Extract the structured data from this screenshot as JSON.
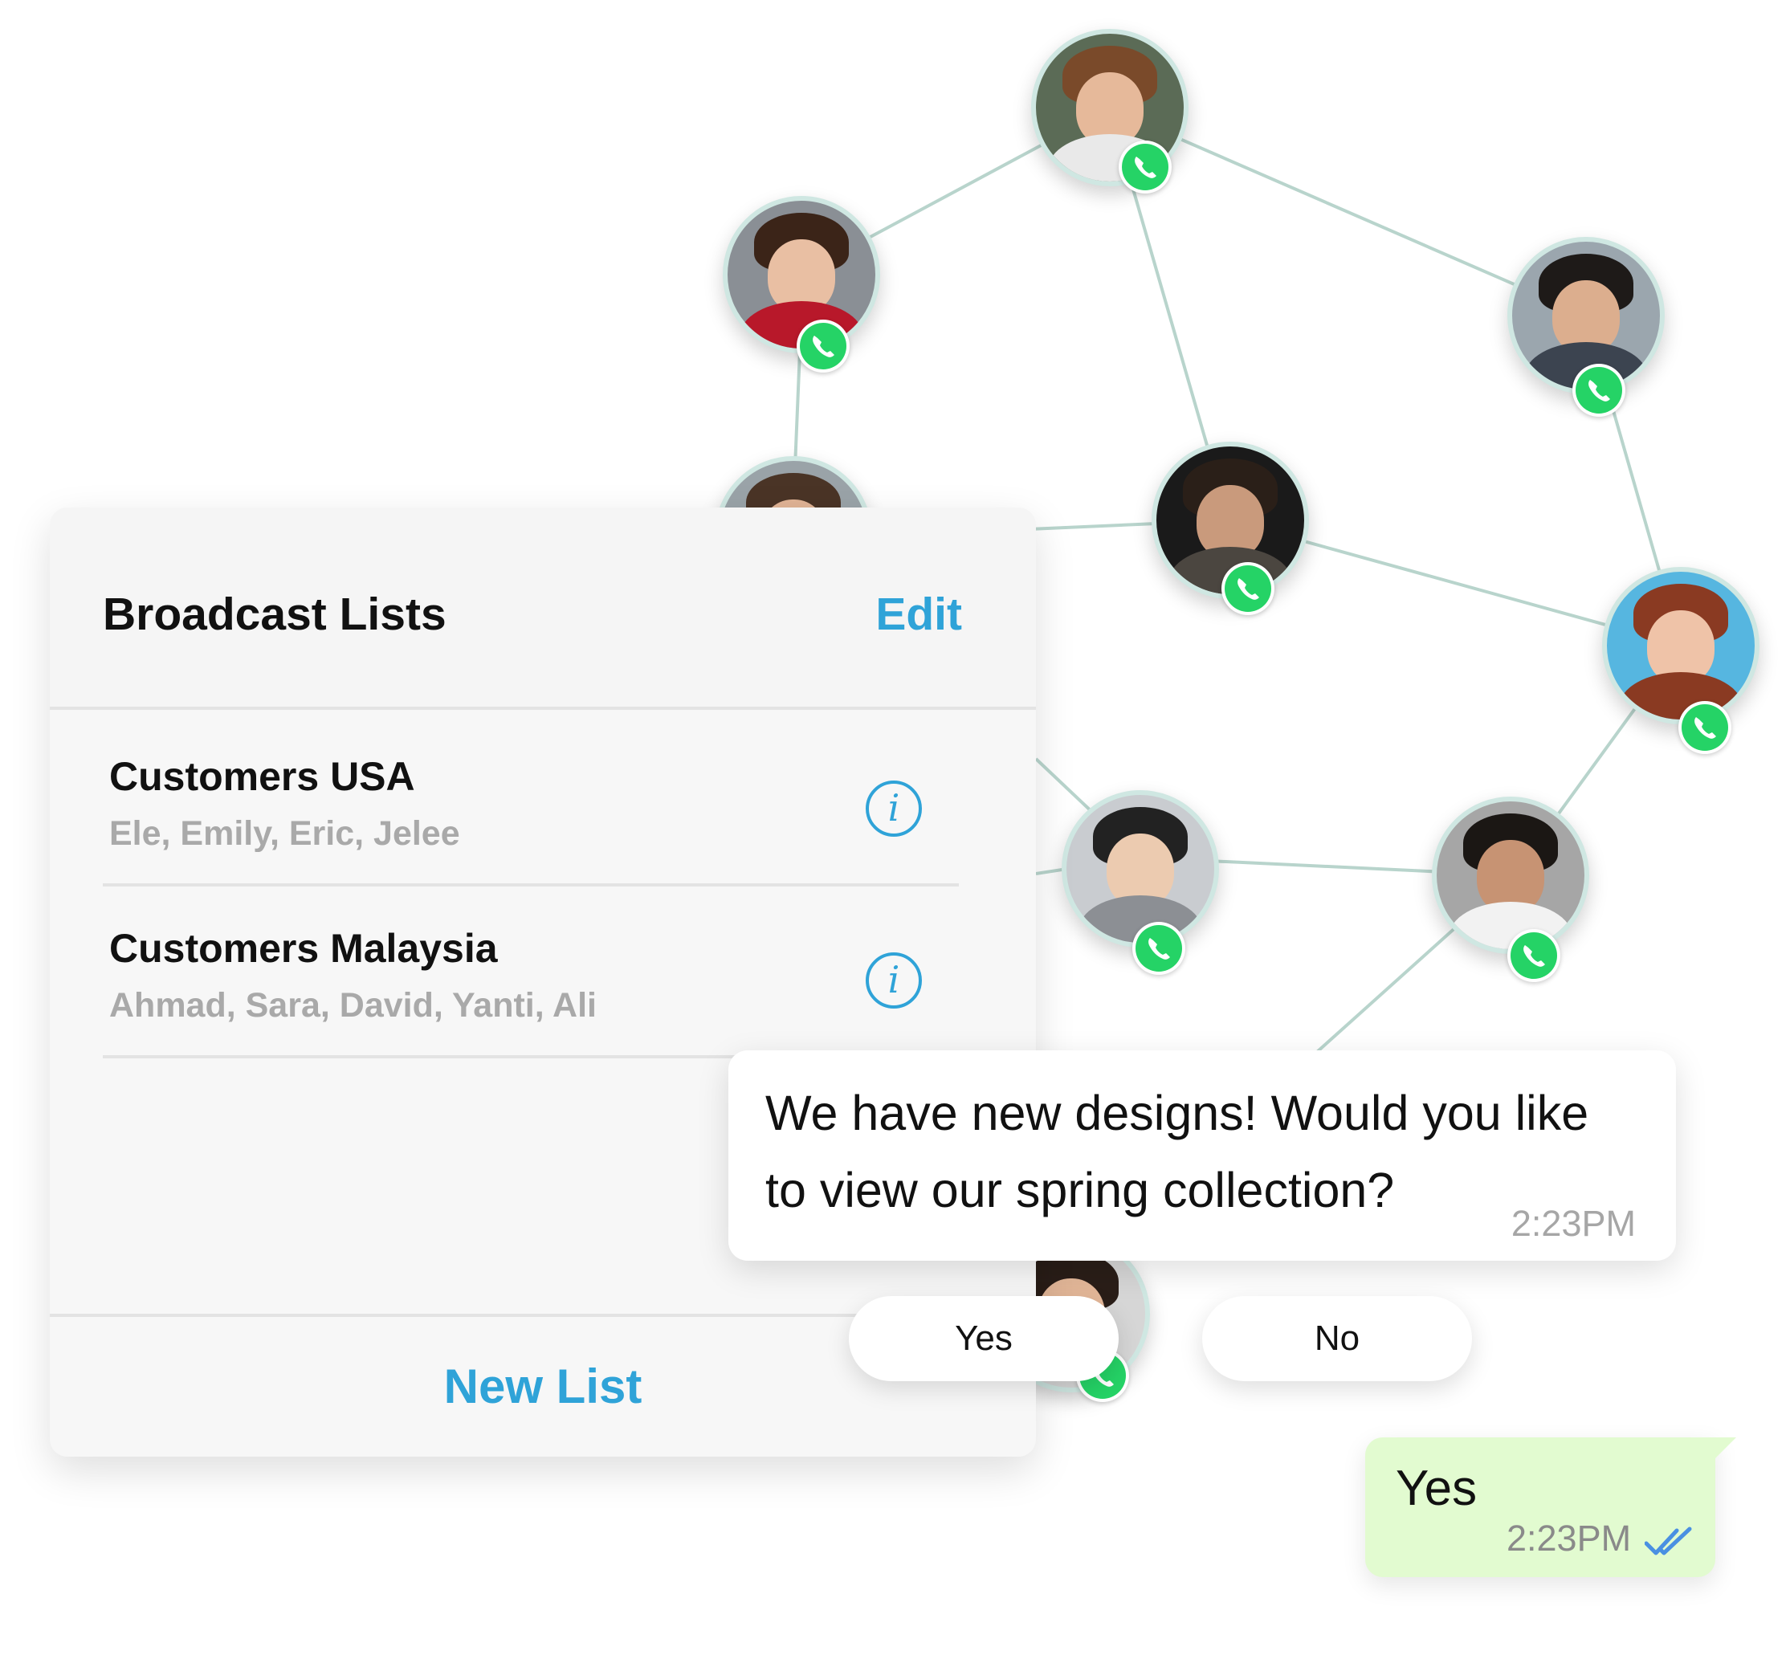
{
  "panel": {
    "title": "Broadcast Lists",
    "edit_label": "Edit",
    "lists": [
      {
        "name": "Customers USA",
        "members": "Ele, Emily, Eric, Jelee",
        "info_icon": "i"
      },
      {
        "name": "Customers Malaysia",
        "members": "Ahmad, Sara, David, Yanti, Ali",
        "info_icon": "i"
      }
    ],
    "new_list_label": "New List"
  },
  "incoming_message": {
    "text": "We have new designs! Would you like to view our spring collection?",
    "time": "2:23PM"
  },
  "quick_replies": [
    "Yes",
    "No"
  ],
  "outgoing_message": {
    "text": "Yes",
    "time": "2:23PM",
    "status_icon": "double-check-icon"
  },
  "colors": {
    "accent": "#2fa3d8",
    "whatsapp_green": "#25d366",
    "outgoing_bubble": "#e2fbd0",
    "network_line": "#b8d4cc",
    "avatar_ring": "#cfe7e2"
  },
  "icons": {
    "contact_badge": "whatsapp-icon",
    "list_info": "info-icon",
    "read_receipt": "double-check-icon"
  }
}
